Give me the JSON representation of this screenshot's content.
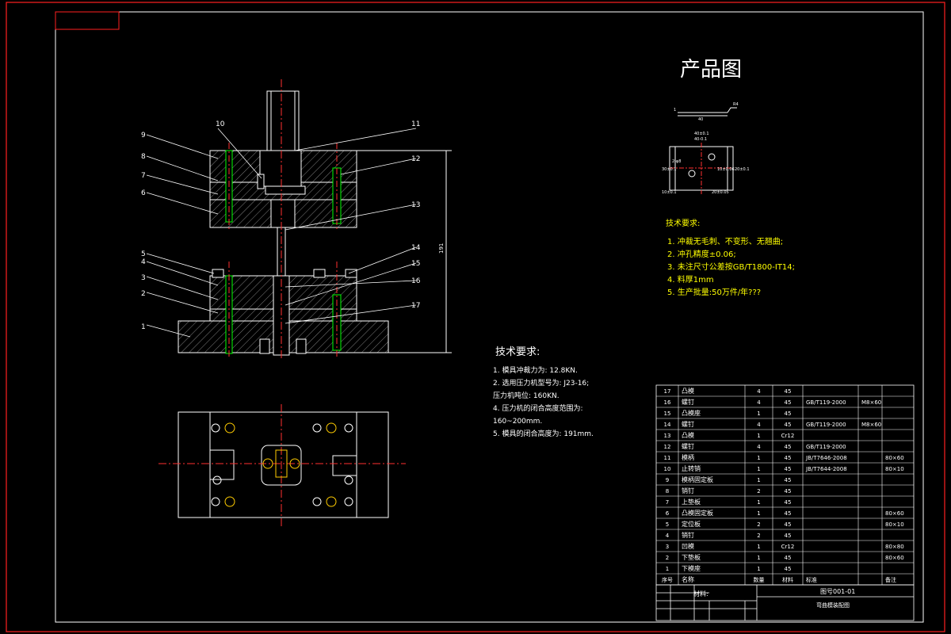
{
  "product": {
    "title": "产品图",
    "dims": [
      "1",
      "R4",
      "40",
      "40±0.1",
      "40-0.1",
      "2-φ8",
      "30±0.1",
      "10±0.06",
      "20±0.1",
      "10±0.1",
      "20±0.05"
    ]
  },
  "product_requirements": {
    "title": "技术要求:",
    "items": [
      "1. 冲裁无毛刺、不变形、无翘曲;",
      "2. 冲孔精度±0.06;",
      "3. 未注尺寸公差按GB/T1800-IT14;",
      "4. 料厚1mm",
      "5. 生产批量:50万件/年???"
    ]
  },
  "assembly": {
    "labels": [
      "1",
      "2",
      "3",
      "4",
      "5",
      "6",
      "7",
      "8",
      "9",
      "10",
      "11",
      "12",
      "13",
      "14",
      "15",
      "16",
      "17"
    ],
    "overall_dim": "191"
  },
  "requirements": {
    "title": "技术要求:",
    "items": [
      "1. 模具冲裁力为: 12.8KN.",
      "2. 选用压力机型号为: J23-16;",
      "   压力机吨位: 160KN.",
      "4. 压力机的闭合高度范围为:",
      "   160~200mm.",
      "5. 模具的闭合高度为: 191mm."
    ]
  },
  "bom": {
    "rows": [
      [
        "17",
        "凸模",
        "4",
        "45",
        "",
        "",
        ""
      ],
      [
        "16",
        "螺钉",
        "4",
        "45",
        "GB/T119-2000",
        "M8×60",
        ""
      ],
      [
        "15",
        "凸模座",
        "1",
        "45",
        "",
        "",
        ""
      ],
      [
        "14",
        "螺钉",
        "4",
        "45",
        "GB/T119-2000",
        "M8×60",
        ""
      ],
      [
        "13",
        "凸模",
        "1",
        "Cr12",
        "",
        "",
        ""
      ],
      [
        "12",
        "螺钉",
        "4",
        "45",
        "GB/T119-2000",
        "",
        ""
      ],
      [
        "11",
        "模柄",
        "1",
        "45",
        "JB/T7646-2008",
        "",
        "80×60"
      ],
      [
        "10",
        "止转销",
        "1",
        "45",
        "JB/T7644-2008",
        "",
        "80×10"
      ],
      [
        "9",
        "模柄固定板",
        "1",
        "45",
        "",
        "",
        ""
      ],
      [
        "8",
        "销钉",
        "2",
        "45",
        "",
        "",
        ""
      ],
      [
        "7",
        "上垫板",
        "1",
        "45",
        "",
        "",
        ""
      ],
      [
        "6",
        "凸模固定板",
        "1",
        "45",
        "",
        "",
        "80×60"
      ],
      [
        "5",
        "定位板",
        "2",
        "45",
        "",
        "",
        "80×10"
      ],
      [
        "4",
        "销钉",
        "2",
        "45",
        "",
        "",
        ""
      ],
      [
        "3",
        "凹模",
        "1",
        "Cr12",
        "",
        "",
        "80×80"
      ],
      [
        "2",
        "下垫板",
        "1",
        "45",
        "",
        "",
        "80×60"
      ],
      [
        "1",
        "下模座",
        "1",
        "45",
        "",
        "",
        ""
      ]
    ],
    "header": [
      "序号",
      "名称",
      "数量",
      "材料",
      "标准",
      "",
      "备注"
    ],
    "drawing_no": "图号001-01",
    "drawing_title": "弯曲模装配图",
    "material_label": "材料:"
  }
}
